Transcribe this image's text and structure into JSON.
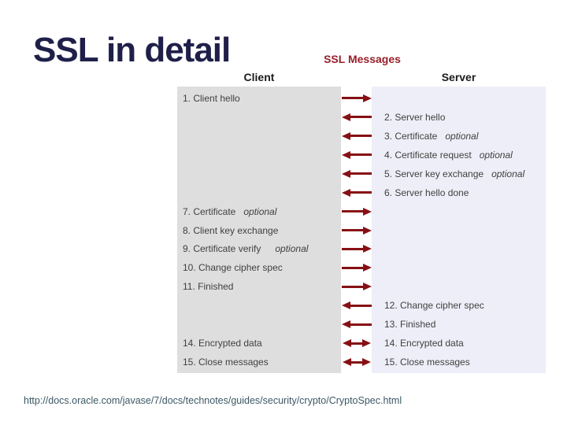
{
  "slide": {
    "title": "SSL in detail",
    "diagram_title": "SSL Messages",
    "client_header": "Client",
    "server_header": "Server",
    "footer_url": "http://docs.oracle.com/javase/7/docs/technotes/guides/security/crypto/CryptoSpec.html"
  },
  "colors": {
    "background": "#FFFFFF",
    "title_text": "#1F1F4A",
    "accent_maroon": "#971F29",
    "header_text": "#1A1A1A",
    "message_text": "#404040",
    "client_panel_bg": "#DEDEDE",
    "server_panel_bg": "#EEEEF8",
    "arrow": "#871014",
    "footer_link": "#3C5866"
  },
  "rows": [
    {
      "client": "1. Client hello",
      "client_optional": null,
      "server": null,
      "server_optional": null,
      "arrow": "right"
    },
    {
      "client": null,
      "client_optional": null,
      "server": "2. Server hello",
      "server_optional": null,
      "arrow": "left"
    },
    {
      "client": null,
      "client_optional": null,
      "server": "3. Certificate",
      "server_optional": "optional",
      "arrow": "left"
    },
    {
      "client": null,
      "client_optional": null,
      "server": "4. Certificate request",
      "server_optional": "optional",
      "arrow": "left"
    },
    {
      "client": null,
      "client_optional": null,
      "server": "5. Server key exchange",
      "server_optional": "optional",
      "arrow": "left"
    },
    {
      "client": null,
      "client_optional": null,
      "server": "6. Server hello done",
      "server_optional": null,
      "arrow": "left"
    },
    {
      "client": "7. Certificate",
      "client_optional": "optional",
      "server": null,
      "server_optional": null,
      "arrow": "right"
    },
    {
      "client": "8. Client key exchange",
      "client_optional": null,
      "server": null,
      "server_optional": null,
      "arrow": "right"
    },
    {
      "client": "9. Certificate verify",
      "client_optional": "optional",
      "client_optional_wide": true,
      "server": null,
      "server_optional": null,
      "arrow": "right"
    },
    {
      "client": "10. Change cipher spec",
      "client_optional": null,
      "server": null,
      "server_optional": null,
      "arrow": "right"
    },
    {
      "client": "11. Finished",
      "client_optional": null,
      "server": null,
      "server_optional": null,
      "arrow": "right"
    },
    {
      "client": null,
      "client_optional": null,
      "server": "12. Change cipher spec",
      "server_optional": null,
      "arrow": "left"
    },
    {
      "client": null,
      "client_optional": null,
      "server": "13. Finished",
      "server_optional": null,
      "arrow": "left"
    },
    {
      "client": "14. Encrypted data",
      "client_optional": null,
      "server": "14. Encrypted data",
      "server_optional": null,
      "arrow": "both"
    },
    {
      "client": "15. Close messages",
      "client_optional": null,
      "server": "15. Close messages",
      "server_optional": null,
      "arrow": "both"
    }
  ]
}
